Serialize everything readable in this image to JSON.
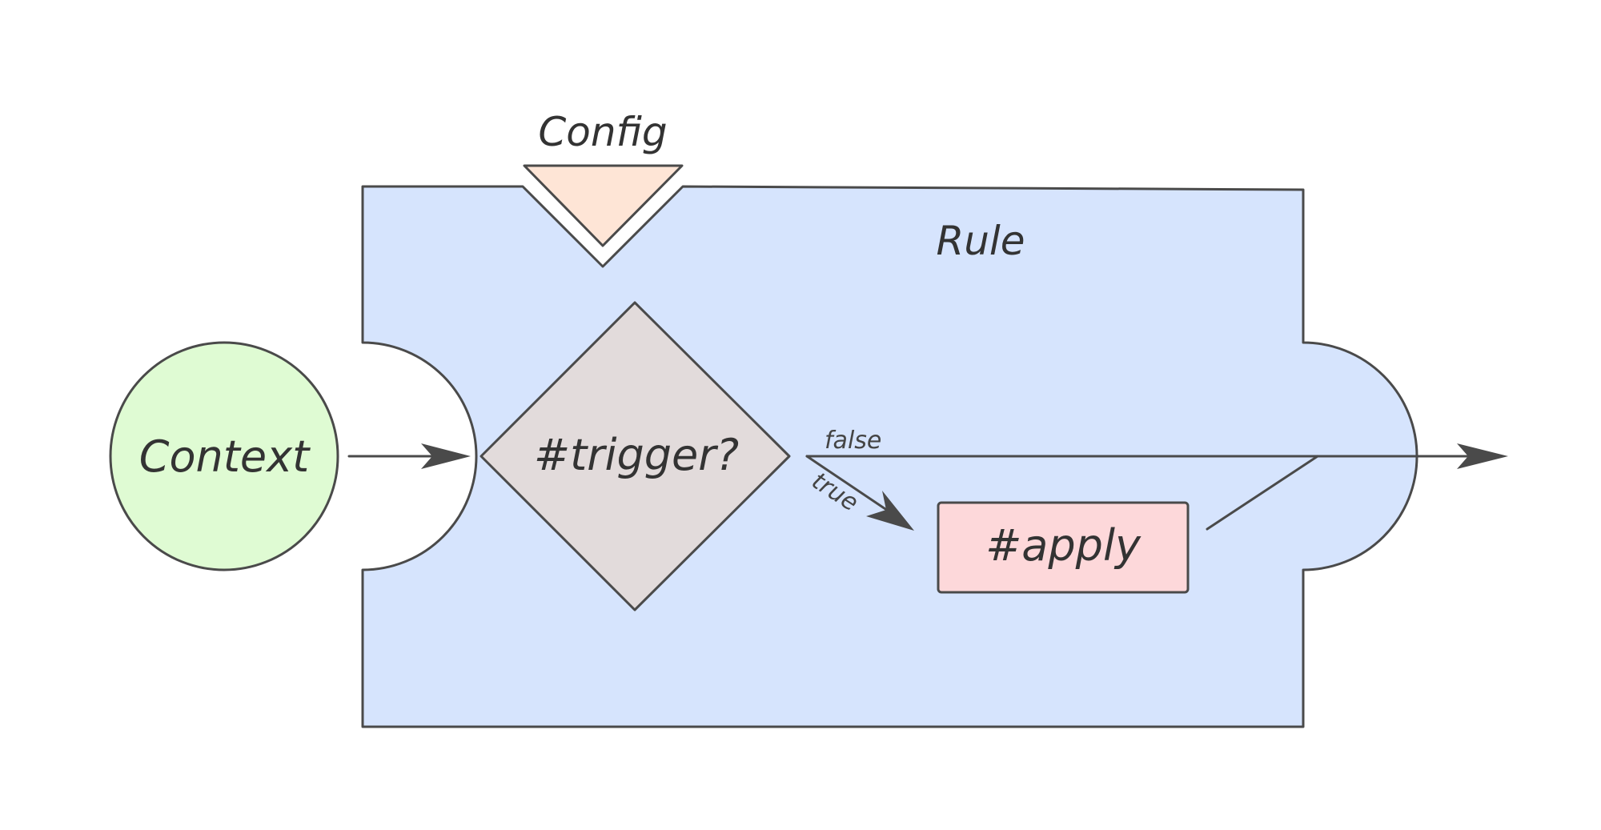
{
  "nodes": {
    "context": {
      "label": "Context",
      "fill": "#dffbd3"
    },
    "rule": {
      "label": "Rule",
      "fill": "#d6e4fd"
    },
    "config": {
      "label": "Config",
      "fill": "#fee5d6"
    },
    "trigger": {
      "label": "#trigger?",
      "fill": "#e2dbdb"
    },
    "apply": {
      "label": "#apply",
      "fill": "#fdd8da"
    }
  },
  "edges": {
    "false_label": "false",
    "true_label": "true"
  },
  "colors": {
    "stroke": "#4a4a4a",
    "text": "#333333"
  }
}
